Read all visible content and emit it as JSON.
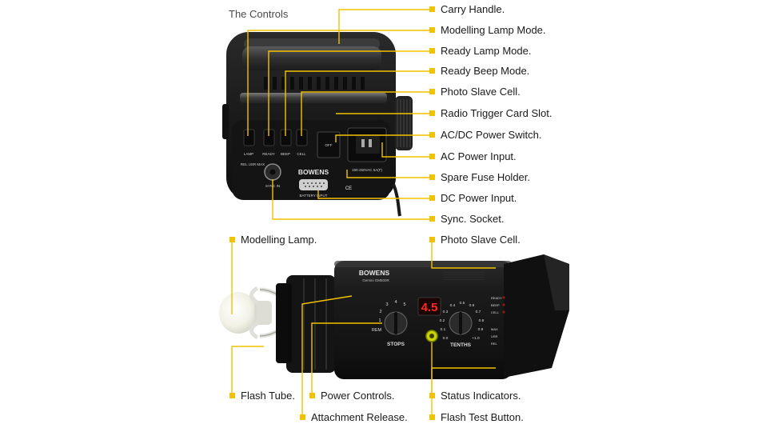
{
  "title": "The Controls",
  "accent_color": "#f2c200",
  "top_labels": [
    "Carry Handle.",
    "Modelling Lamp Mode.",
    "Ready Lamp Mode.",
    "Ready Beep Mode.",
    "Photo Slave Cell.",
    "Radio Trigger Card Slot.",
    "AC/DC Power Switch.",
    "AC Power Input.",
    "Spare Fuse Holder.",
    "DC Power Input.",
    "Sync. Socket."
  ],
  "bottom_labels": {
    "modelling_lamp": "Modelling Lamp.",
    "photo_slave_cell": "Photo Slave Cell.",
    "flash_tube": "Flash Tube.",
    "power_controls": "Power Controls.",
    "attachment_release": "Attachment Release.",
    "status_indicators": "Status Indicators.",
    "flash_test_button": "Flash Test Button."
  },
  "rear_panel": {
    "brand": "BOWENS",
    "ce_mark": "CE",
    "switch_labels": [
      "LAMP",
      "READY",
      "BEEP",
      "CELL"
    ],
    "lamp_modes": "REL USR MAX",
    "off_label": "OFF",
    "voltage": "190-250VAC 5A(F)",
    "sync_label": "SYNC IN",
    "battery_label": "BATTERY INPUT"
  },
  "side_panel": {
    "brand": "BOWENS",
    "model": "Gemini GM500R",
    "display_value": "4.5",
    "stops_label": "STOPS",
    "tenths_label": "TENTHS",
    "rem_label": "REM",
    "stops_ticks": [
      "1",
      "2",
      "3",
      "4",
      "5"
    ],
    "tenths_ticks": [
      "0.0",
      "0.1",
      "0.2",
      "0.3",
      "0.4",
      "0.5",
      "0.6",
      "0.7",
      "0.8",
      "0.9",
      "+1.0"
    ],
    "status_top": [
      "READY",
      "BEEP",
      "CELL"
    ],
    "status_bottom": [
      "MAX",
      "USR",
      "REL"
    ]
  }
}
